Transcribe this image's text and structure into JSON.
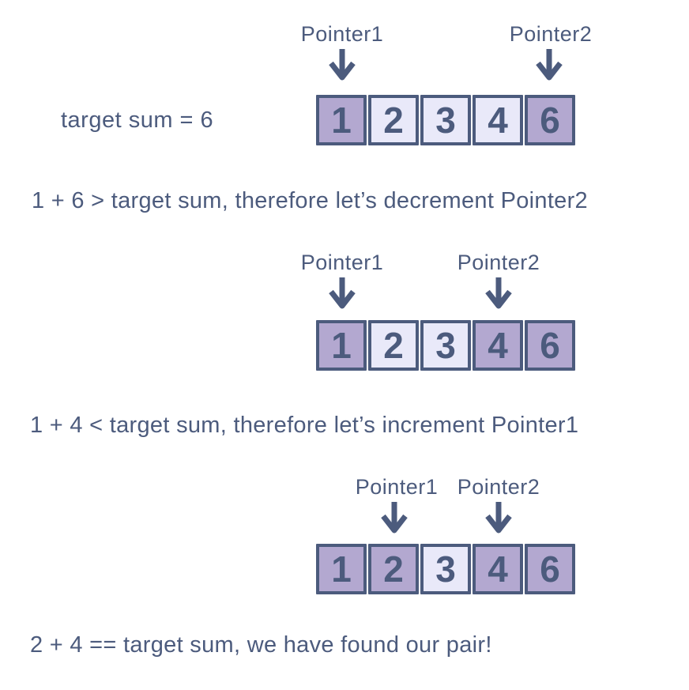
{
  "colors": {
    "slate": "#4C5B7D",
    "purple": "#B3A8D0",
    "lavender": "#E9E9F9",
    "background": "#FFFFFF"
  },
  "target_sum_label": "target sum = 6",
  "steps": [
    {
      "pointer1_label": "Pointer1",
      "pointer2_label": "Pointer2",
      "pointer1_index": 0,
      "pointer2_index": 4,
      "cells": [
        {
          "value": "1",
          "highlight": true
        },
        {
          "value": "2",
          "highlight": false
        },
        {
          "value": "3",
          "highlight": false
        },
        {
          "value": "4",
          "highlight": false
        },
        {
          "value": "6",
          "highlight": true
        }
      ],
      "caption": "1 + 6 > target sum, therefore let’s decrement Pointer2"
    },
    {
      "pointer1_label": "Pointer1",
      "pointer2_label": "Pointer2",
      "pointer1_index": 0,
      "pointer2_index": 3,
      "cells": [
        {
          "value": "1",
          "highlight": true
        },
        {
          "value": "2",
          "highlight": false
        },
        {
          "value": "3",
          "highlight": false
        },
        {
          "value": "4",
          "highlight": true
        },
        {
          "value": "6",
          "highlight": true
        }
      ],
      "caption": "1 + 4 < target sum, therefore let’s increment Pointer1"
    },
    {
      "pointer1_label": "Pointer1",
      "pointer2_label": "Pointer2",
      "pointer1_index": 1,
      "pointer2_index": 3,
      "cells": [
        {
          "value": "1",
          "highlight": true
        },
        {
          "value": "2",
          "highlight": true
        },
        {
          "value": "3",
          "highlight": false
        },
        {
          "value": "4",
          "highlight": true
        },
        {
          "value": "6",
          "highlight": true
        }
      ],
      "caption": "2 + 4 == target sum, we have found our pair!"
    }
  ]
}
